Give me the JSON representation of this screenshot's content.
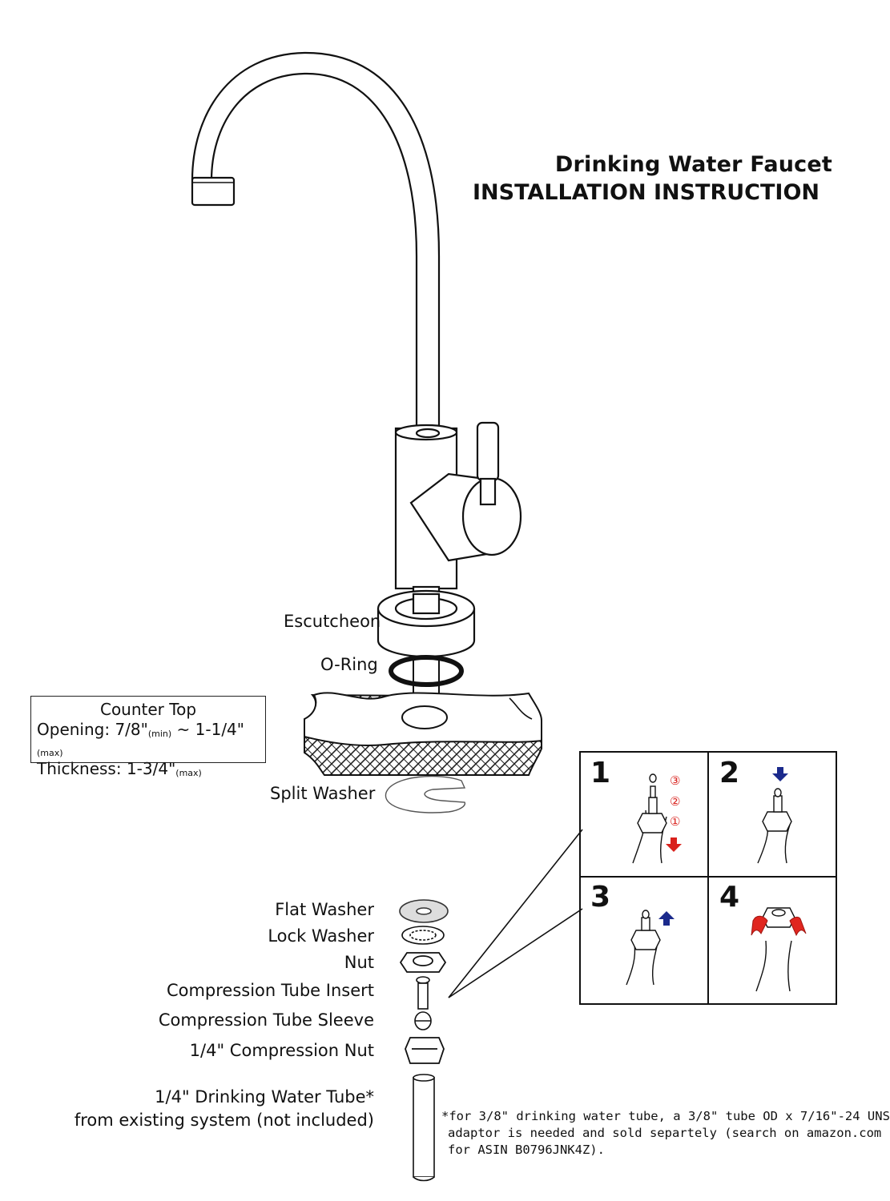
{
  "title": {
    "line1": "Drinking Water Faucet",
    "line2": "INSTALLATION INSTRUCTION"
  },
  "labels": {
    "escutcheon": "Escutcheon",
    "o_ring": "O-Ring",
    "split_washer": "Split Washer",
    "flat_washer": "Flat Washer",
    "lock_washer": "Lock Washer",
    "nut": "Nut",
    "compression_tube_insert": "Compression Tube Insert",
    "compression_tube_sleeve": "Compression Tube Sleeve",
    "compression_nut": "1/4\" Compression Nut",
    "drinking_tube_line1": "1/4\" Drinking Water Tube*",
    "drinking_tube_line2": "from existing system (not included)"
  },
  "counter_top": {
    "heading": "Counter Top",
    "opening_label": "Opening:",
    "opening_min": "7/8\"",
    "opening_min_sub": "(min)",
    "opening_sep": "~",
    "opening_max": "1-1/4\"",
    "opening_max_sub": "(max)",
    "thickness_label": "Thickness:",
    "thickness_value": "1-3/4\"",
    "thickness_sub": "(max)"
  },
  "steps": {
    "s1": "1",
    "s2": "2",
    "s3": "3",
    "s4": "4",
    "circled": [
      "③",
      "②",
      "①"
    ]
  },
  "footnote": {
    "line1": "*for 3/8\" drinking water tube, a 3/8\" tube OD x 7/16\"-24 UNS",
    "line2": "adaptor is needed and sold separtely (search on amazon.com",
    "line3": "for ASIN B0796JNK4Z)."
  },
  "colors": {
    "line": "#111111",
    "arrow_red": "#d9211c",
    "arrow_blue": "#1b2a8c",
    "step_red": "#e0261f"
  }
}
